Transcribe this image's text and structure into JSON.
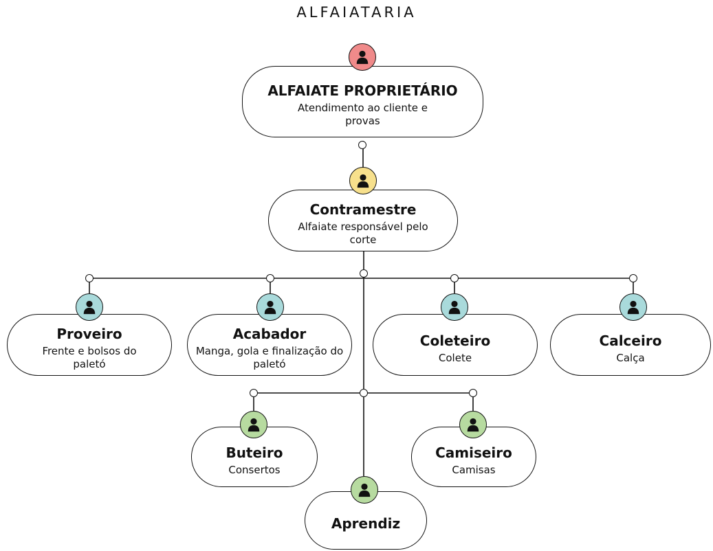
{
  "title": "ALFAIATARIA",
  "colors": {
    "level_owner": "#f08a8a",
    "level_foreman": "#f7e08c",
    "level_specialist": "#a9dadb",
    "level_support": "#b7dba0",
    "stroke": "#111111"
  },
  "icons": {
    "avatar": "person-icon"
  },
  "nodes": {
    "owner": {
      "name": "ALFAIATE PROPRIETÁRIO",
      "desc": "Atendimento ao cliente e provas"
    },
    "foreman": {
      "name": "Contramestre",
      "desc": "Alfaiate responsável pelo corte"
    },
    "proveiro": {
      "name": "Proveiro",
      "desc": "Frente e bolsos do paletó"
    },
    "acabador": {
      "name": "Acabador",
      "desc": "Manga, gola e finalização do paletó"
    },
    "coleteiro": {
      "name": "Coleteiro",
      "desc": "Colete"
    },
    "calceiro": {
      "name": "Calceiro",
      "desc": "Calça"
    },
    "buteiro": {
      "name": "Buteiro",
      "desc": "Consertos"
    },
    "camiseiro": {
      "name": "Camiseiro",
      "desc": "Camisas"
    },
    "aprendiz": {
      "name": "Aprendiz"
    }
  }
}
